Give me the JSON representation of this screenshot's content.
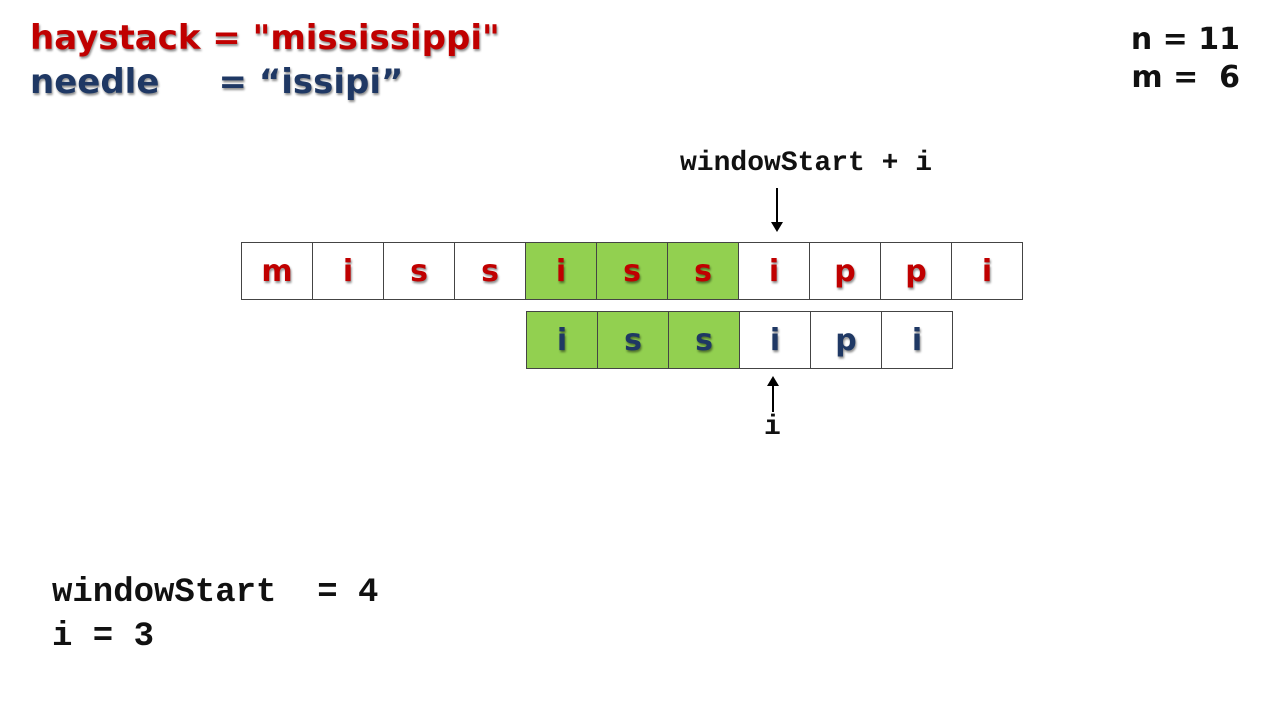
{
  "header": {
    "haystack_line": "haystack = \"mississippi\"",
    "needle_line": "needle     = “issipi”",
    "n_line": "n = 11",
    "m_line": "m =  6"
  },
  "labels": {
    "window_start_plus_i": "windowStart + i",
    "i_pointer": "i"
  },
  "haystack": {
    "chars": [
      "m",
      "i",
      "s",
      "s",
      "i",
      "s",
      "s",
      "i",
      "p",
      "p",
      "i"
    ],
    "match_indices": [
      4,
      5,
      6
    ]
  },
  "needle": {
    "chars": [
      "i",
      "s",
      "s",
      "i",
      "p",
      "i"
    ],
    "match_indices": [
      0,
      1,
      2
    ]
  },
  "state": {
    "window_start_line": "windowStart  = 4",
    "i_line": "i = 3"
  },
  "colors": {
    "haystack_text": "#c00000",
    "needle_text": "#1f3864",
    "match_fill": "#92d050"
  }
}
